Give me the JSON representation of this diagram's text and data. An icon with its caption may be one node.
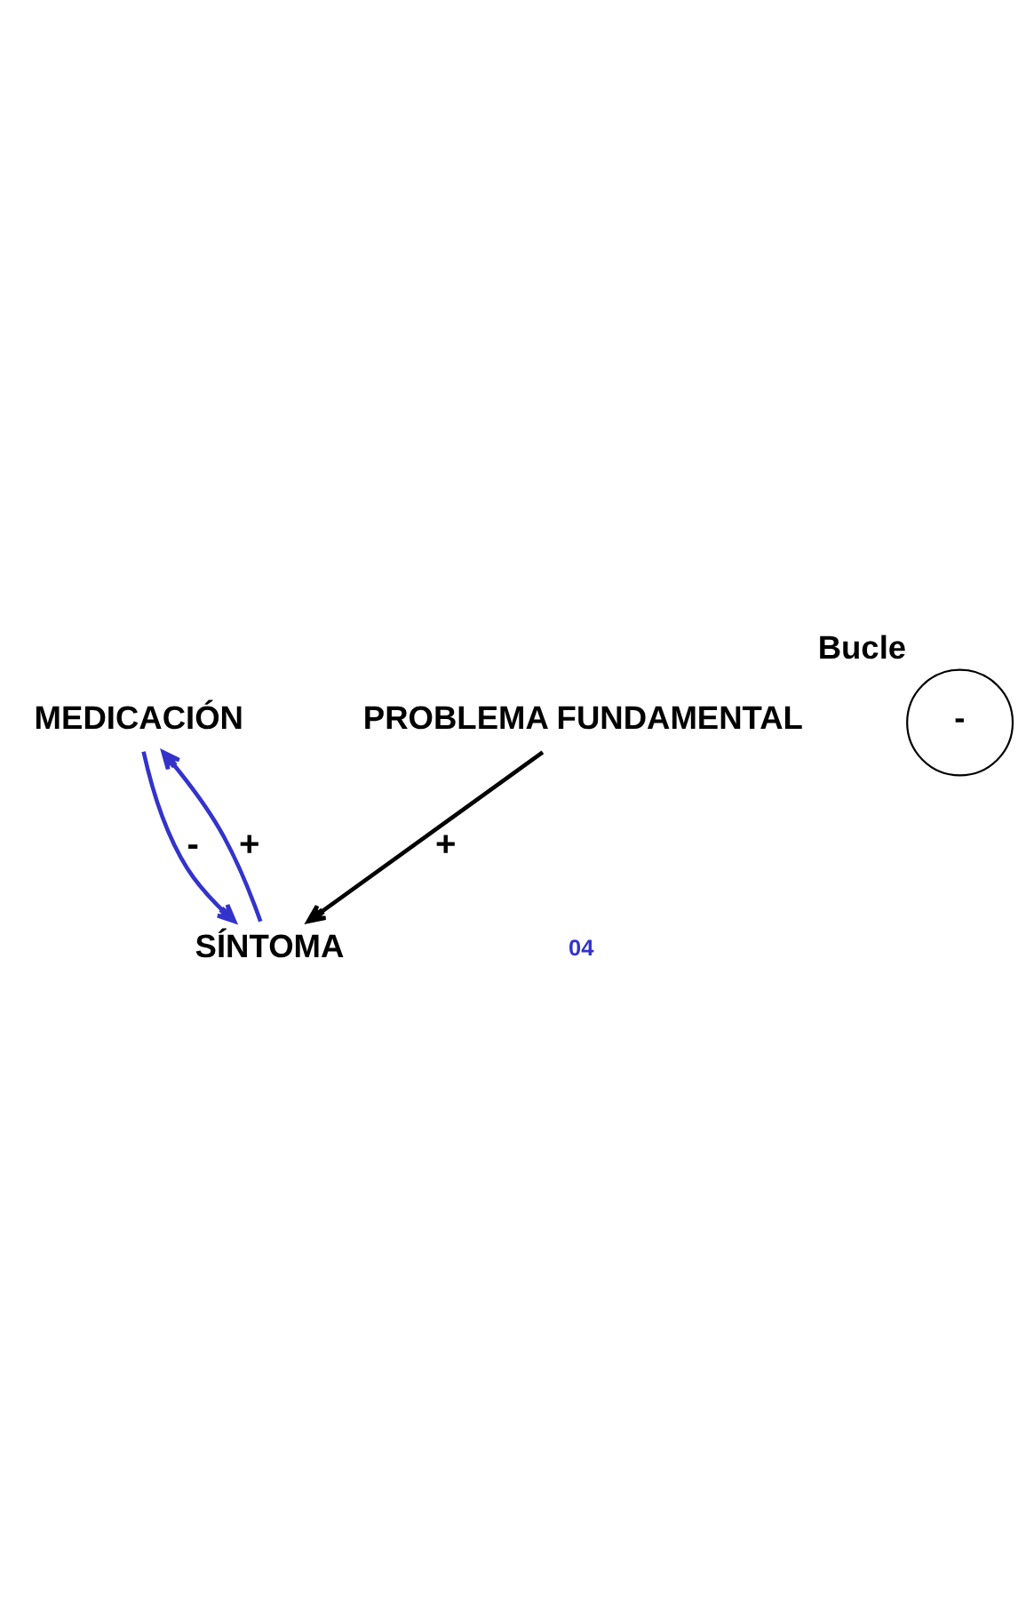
{
  "diagram": {
    "nodes": [
      {
        "text": [
          "MEDICACIÓN"
        ]
      },
      {
        "text": [
          "SÍNTOMA"
        ]
      },
      {
        "text": [
          "PROBLEMA FUNDAMENTAL"
        ]
      },
      {
        "text": [
          "-"
        ],
        "beside": [
          "Bucle"
        ]
      }
    ],
    "edges": [
      {
        "from": 1,
        "to": 0,
        "arrow": "to",
        "label": "+"
      },
      {
        "from": 0,
        "to": 1,
        "arrow": "to",
        "label": "-"
      },
      {
        "from": 2,
        "to": 1,
        "arrow": "to",
        "label": "+",
        "color": "#000000"
      }
    ],
    "labels": [
      "04"
    ]
  }
}
